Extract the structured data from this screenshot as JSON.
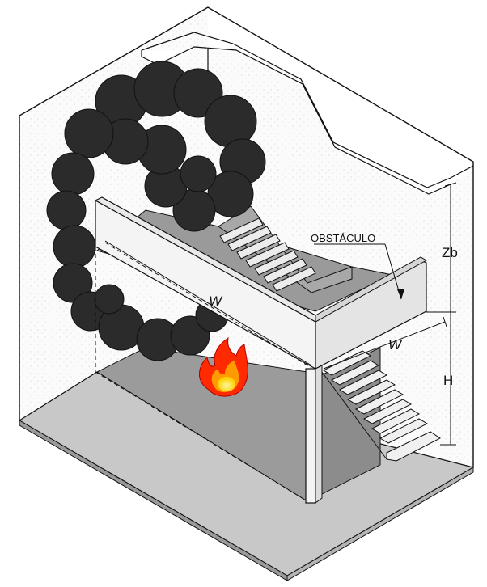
{
  "diagram": {
    "labels": {
      "obstacle": "OBSTÁCULO",
      "beam_width": "W",
      "landing_width": "W",
      "smoke_depth": "Zb",
      "height": "H"
    }
  }
}
